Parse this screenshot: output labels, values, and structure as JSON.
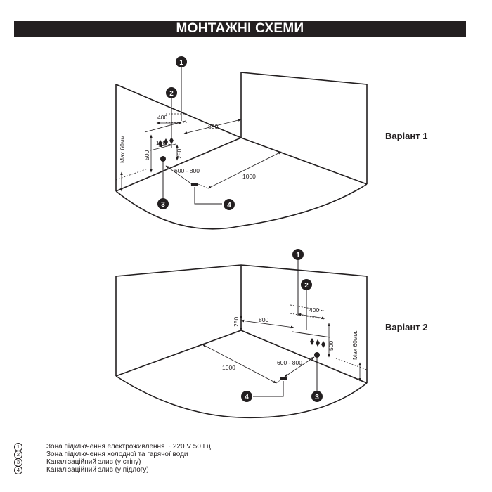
{
  "header": {
    "title": "МОНТАЖНІ СХЕМИ"
  },
  "variants": [
    {
      "label": "Варіант 1",
      "dims": {
        "d400": "400",
        "d800": "800",
        "d100": "100",
        "d250": "250",
        "d500": "500",
        "d600_800": "600 - 800",
        "d1000": "1000",
        "max60": "Max 60мм."
      },
      "markers": {
        "m1": "1",
        "m2": "2",
        "m3": "3",
        "m4": "4"
      }
    },
    {
      "label": "Варіант 2",
      "dims": {
        "d400": "400",
        "d800": "800",
        "d250": "250",
        "d500": "500",
        "d600_800": "600 - 800",
        "d1000": "1000",
        "max60": "Max 60мм."
      },
      "markers": {
        "m1": "1",
        "m2": "2",
        "m3": "3",
        "m4": "4"
      }
    }
  ],
  "legend": [
    {
      "mark": "1",
      "text": "Зона підключення електроживлення  ~ 220 V 50 Гц"
    },
    {
      "mark": "2",
      "text": "Зона підключення холодної та гарячої води"
    },
    {
      "mark": "3",
      "text": "Каналізаційний злив (у стіну)"
    },
    {
      "mark": "4",
      "text": "Каналізаційний злив (у підлогу)"
    }
  ],
  "colors": {
    "ink": "#231f20",
    "banner_text": "#ffffff"
  }
}
